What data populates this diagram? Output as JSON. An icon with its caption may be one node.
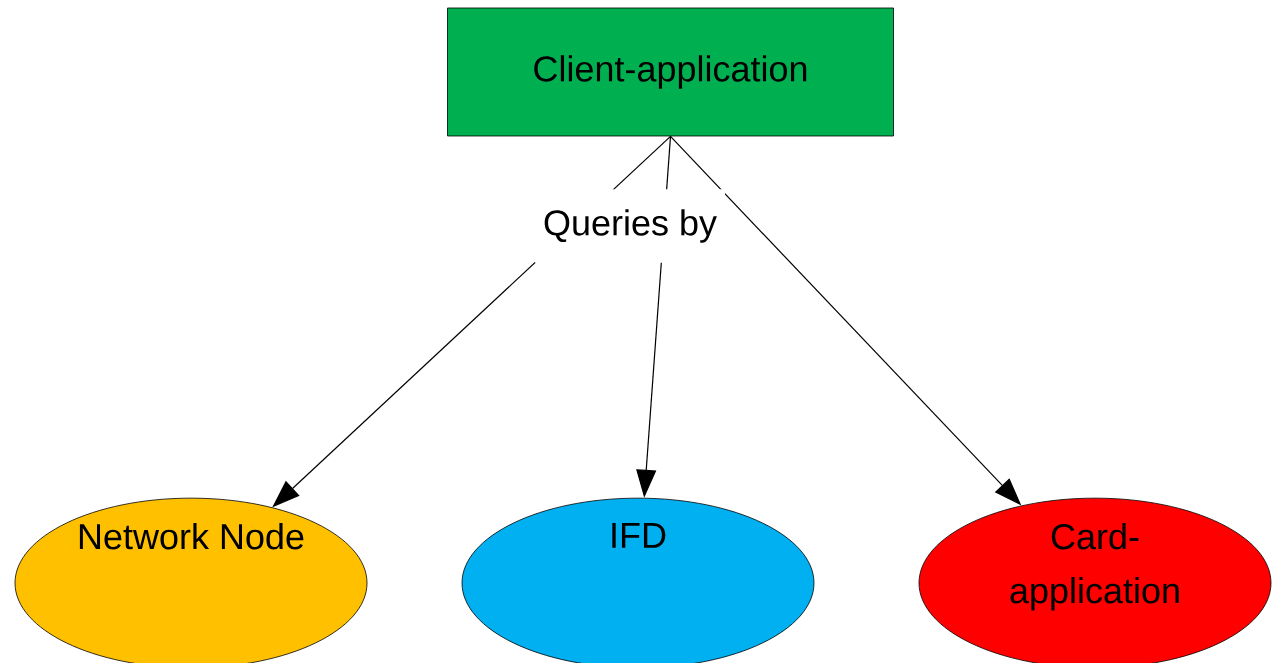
{
  "diagram": {
    "nodes": [
      {
        "text": [
          "Client-application"
        ]
      },
      {
        "text": [
          "Network Node"
        ]
      },
      {
        "text": [
          "IFD"
        ]
      },
      {
        "text": [
          "Card-application"
        ]
      }
    ],
    "edges": [
      {
        "from": 0,
        "to": 1,
        "arrow": "to"
      },
      {
        "from": 0,
        "to": 2,
        "arrow": "to",
        "label": "Queries by"
      },
      {
        "from": 0,
        "to": 3,
        "arrow": "to"
      }
    ]
  }
}
